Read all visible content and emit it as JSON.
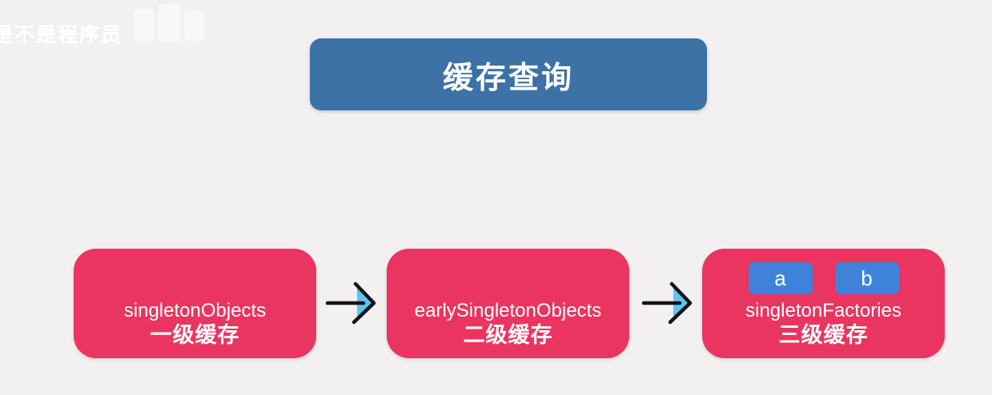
{
  "page": {
    "background_color": "#f2f0f0"
  },
  "watermark": {
    "text": "是不是程序员"
  },
  "title": {
    "label": "缓存查询",
    "color": "#3c72a5"
  },
  "flow": {
    "node_color": "#e93560",
    "item_color": "#3f82da",
    "arrow_color": "#141414",
    "arrow_highlight": "#5ec3ef",
    "nodes": [
      {
        "name": "singletonObjects",
        "label": "一级缓存",
        "items": []
      },
      {
        "name": "earlySingletonObjects",
        "label": "二级缓存",
        "items": []
      },
      {
        "name": "singletonFactories",
        "label": "三级缓存",
        "items": [
          "a",
          "b"
        ]
      }
    ]
  }
}
